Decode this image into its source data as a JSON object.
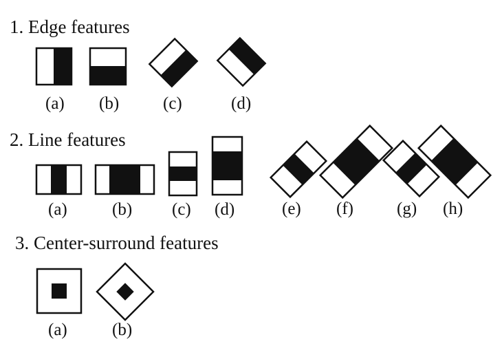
{
  "colors": {
    "ink": "#111111",
    "paper": "#ffffff"
  },
  "sections": [
    {
      "title": "1. Edge features",
      "features": [
        {
          "label": "(a)",
          "pattern": "edge-vertical",
          "orientation": "upright"
        },
        {
          "label": "(b)",
          "pattern": "edge-horizontal",
          "orientation": "upright"
        },
        {
          "label": "(c)",
          "pattern": "edge",
          "orientation": "tilted-left"
        },
        {
          "label": "(d)",
          "pattern": "edge",
          "orientation": "tilted-right"
        }
      ]
    },
    {
      "title": "2. Line features",
      "features": [
        {
          "label": "(a)",
          "pattern": "line-vertical-narrow",
          "orientation": "upright"
        },
        {
          "label": "(b)",
          "pattern": "line-vertical-wide",
          "orientation": "upright"
        },
        {
          "label": "(c)",
          "pattern": "line-horizontal-narrow",
          "orientation": "upright"
        },
        {
          "label": "(d)",
          "pattern": "line-horizontal-wide",
          "orientation": "upright"
        },
        {
          "label": "(e)",
          "pattern": "line-narrow",
          "orientation": "tilted-right"
        },
        {
          "label": "(f)",
          "pattern": "line-wide",
          "orientation": "tilted-right"
        },
        {
          "label": "(g)",
          "pattern": "line-narrow",
          "orientation": "tilted-left"
        },
        {
          "label": "(h)",
          "pattern": "line-wide",
          "orientation": "tilted-left"
        }
      ]
    },
    {
      "title": "3. Center-surround features",
      "features": [
        {
          "label": "(a)",
          "pattern": "center-surround",
          "orientation": "upright"
        },
        {
          "label": "(b)",
          "pattern": "center-surround",
          "orientation": "diamond"
        }
      ]
    }
  ]
}
